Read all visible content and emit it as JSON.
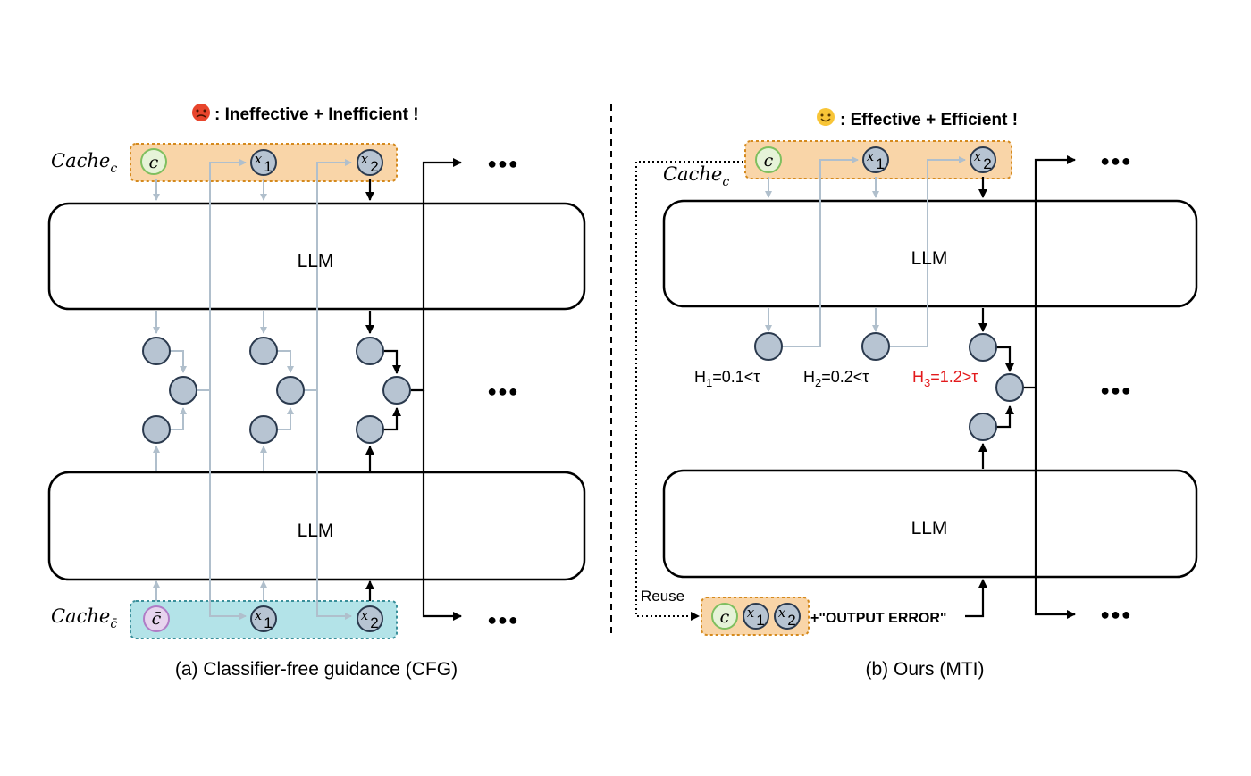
{
  "panel_a": {
    "header": ": Ineffective + Inefficient !",
    "header_emoji": "😡",
    "cache_top_label": "Cache",
    "cache_top_sub": "c",
    "cache_bottom_label": "Cache",
    "cache_bottom_sub": "c̄",
    "token_c": "c",
    "token_cbar": "c̄",
    "token_x1": "x",
    "token_x1_sub": "1",
    "token_x2": "x",
    "token_x2_sub": "2",
    "llm_top": "LLM",
    "llm_bottom": "LLM",
    "ellipsis": "●●●",
    "caption": "(a) Classifier-free guidance (CFG)"
  },
  "panel_b": {
    "header": ": Effective + Efficient !",
    "header_emoji": "😊",
    "cache_label": "Cache",
    "cache_sub": "c",
    "token_c": "c",
    "token_x1": "x",
    "token_x1_sub": "1",
    "token_x2": "x",
    "token_x2_sub": "2",
    "llm_top": "LLM",
    "llm_bottom": "LLM",
    "h1_main": "H",
    "h1_sub": "1",
    "h1_val": "=0.1<τ",
    "h2_main": "H",
    "h2_sub": "2",
    "h2_val": "=0.2<τ",
    "h3_main": "H",
    "h3_sub": "3",
    "h3_val": "=1.2>τ",
    "reuse": "Reuse",
    "output_error": "+\"OUTPUT ERROR\"",
    "ellipsis": "●●●",
    "caption": "(b) Ours (MTI)"
  },
  "colors": {
    "node_fill": "#b7c4d2",
    "node_stroke": "#2b3a4e",
    "grey_arrow": "#b0bfcc",
    "orange_fill": "#f9d5a8",
    "orange_stroke": "#d58a1e",
    "teal_fill": "#b3e3e8",
    "teal_stroke": "#3a8f9a",
    "c_fill": "#e6f3d8",
    "c_stroke": "#7fbf5f",
    "cbar_fill": "#e7d4ee",
    "cbar_stroke": "#b07cc6",
    "red": "#e31a1c"
  }
}
